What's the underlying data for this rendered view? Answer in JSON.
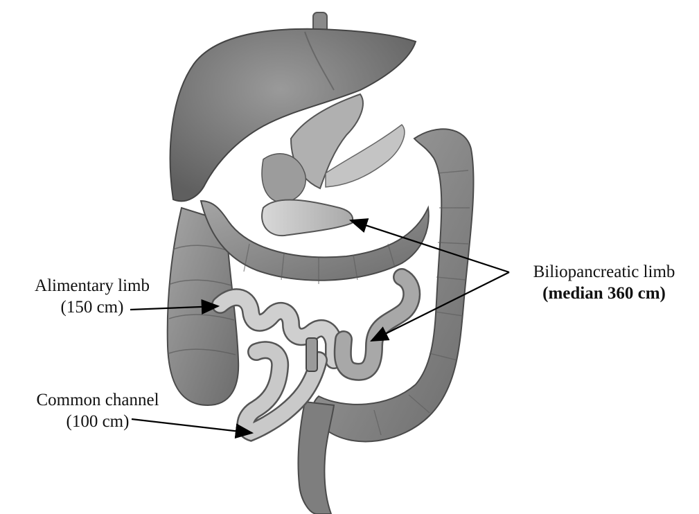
{
  "labels": {
    "alimentary": {
      "line1": "Alimentary limb",
      "line2": "(150 cm)"
    },
    "biliopancreatic": {
      "line1": "Biliopancreatic limb",
      "line2": "(median 360 cm)"
    },
    "common": {
      "line1": "Common channel",
      "line2": "(100 cm)"
    }
  },
  "colors": {
    "organ_dark": "#6f6f6f",
    "organ_mid": "#8c8c8c",
    "organ_light": "#b3b3b3",
    "bowel_light": "#c9c9c9",
    "outline": "#4a4a4a",
    "pointer": "#000000"
  }
}
